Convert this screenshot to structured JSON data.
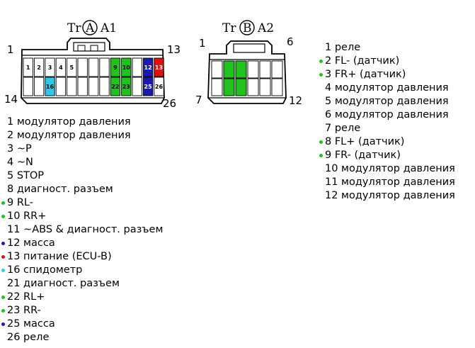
{
  "connector_a1": {
    "prefix": "Tr",
    "circle_letter": "A",
    "suffix": "A1",
    "corner_labels": {
      "top_left": "1",
      "top_right": "13",
      "bottom_left": "14",
      "bottom_right": "26"
    },
    "top_row": [
      {
        "text": "1",
        "fill": "#ffffff"
      },
      {
        "text": "2",
        "fill": "#ffffff"
      },
      {
        "text": "3",
        "fill": "#ffffff"
      },
      {
        "text": "4",
        "fill": "#ffffff"
      },
      {
        "text": "5",
        "fill": "#ffffff"
      },
      {
        "text": "",
        "fill": "#ffffff"
      },
      {
        "text": "",
        "fill": "#ffffff"
      },
      {
        "text": "",
        "fill": "#ffffff"
      },
      {
        "text": "9",
        "fill": "#22c21e"
      },
      {
        "text": "10",
        "fill": "#22c21e"
      },
      {
        "text": "",
        "fill": "#ffffff"
      },
      {
        "text": "12",
        "fill": "#1a1ab0"
      },
      {
        "text": "13",
        "fill": "#e01010"
      }
    ],
    "bottom_row": [
      {
        "text": "",
        "fill": "#ffffff"
      },
      {
        "text": "",
        "fill": "#ffffff"
      },
      {
        "text": "16",
        "fill": "#30c8e8"
      },
      {
        "text": "",
        "fill": "#ffffff"
      },
      {
        "text": "",
        "fill": "#ffffff"
      },
      {
        "text": "",
        "fill": "#ffffff"
      },
      {
        "text": "",
        "fill": "#ffffff"
      },
      {
        "text": "",
        "fill": "#ffffff"
      },
      {
        "text": "22",
        "fill": "#22c21e"
      },
      {
        "text": "23",
        "fill": "#22c21e"
      },
      {
        "text": "",
        "fill": "#ffffff"
      },
      {
        "text": "25",
        "fill": "#1a1ab0"
      },
      {
        "text": "26",
        "fill": "#ffffff"
      }
    ]
  },
  "connector_a2": {
    "prefix": "Tr",
    "circle_letter": "B",
    "suffix": "A2",
    "corner_labels": {
      "top_left": "1",
      "top_right": "6",
      "bottom_left": "7",
      "bottom_right": "12"
    },
    "top_row": [
      {
        "text": "",
        "fill": "#ffffff"
      },
      {
        "text": "",
        "fill": "#22c21e"
      },
      {
        "text": "",
        "fill": "#22c21e"
      },
      {
        "text": "",
        "fill": "#ffffff"
      },
      {
        "text": "",
        "fill": "#ffffff"
      },
      {
        "text": "",
        "fill": "#ffffff"
      }
    ],
    "bottom_row": [
      {
        "text": "",
        "fill": "#ffffff"
      },
      {
        "text": "",
        "fill": "#22c21e"
      },
      {
        "text": "",
        "fill": "#22c21e"
      },
      {
        "text": "",
        "fill": "#ffffff"
      },
      {
        "text": "",
        "fill": "#ffffff"
      },
      {
        "text": "",
        "fill": "#ffffff"
      }
    ]
  },
  "legend_a1": [
    {
      "text": "1 модулятор давления",
      "dot": ""
    },
    {
      "text": "2 модулятор давления",
      "dot": ""
    },
    {
      "text": "3 ~P",
      "dot": ""
    },
    {
      "text": "4 ~N",
      "dot": ""
    },
    {
      "text": "5 STOP",
      "dot": ""
    },
    {
      "text": "8 диагност. разъем",
      "dot": ""
    },
    {
      "text": "9 RL-",
      "dot": "#22c21e"
    },
    {
      "text": "10 RR+",
      "dot": "#22c21e"
    },
    {
      "text": "11 ~ABS & диагност. разъем",
      "dot": ""
    },
    {
      "text": "12 масса",
      "dot": "#1a1ab0"
    },
    {
      "text": "13 питание (ECU-B)",
      "dot": "#e01010"
    },
    {
      "text": "16 спидометр",
      "dot": "#30c8e8"
    },
    {
      "text": "21 диагност. разъем",
      "dot": ""
    },
    {
      "text": "22 RL+",
      "dot": "#22c21e"
    },
    {
      "text": "23 RR-",
      "dot": "#22c21e"
    },
    {
      "text": "25 масса",
      "dot": "#1a1ab0"
    },
    {
      "text": "26 реле",
      "dot": ""
    }
  ],
  "legend_a2": [
    {
      "text": "1 реле",
      "dot": ""
    },
    {
      "text": "2 FL- (датчик)",
      "dot": "#22c21e"
    },
    {
      "text": "3 FR+ (датчик)",
      "dot": "#22c21e"
    },
    {
      "text": "4 модулятор давления",
      "dot": ""
    },
    {
      "text": "5 модулятор давления",
      "dot": ""
    },
    {
      "text": "6 модулятор давления",
      "dot": ""
    },
    {
      "text": "7 реле",
      "dot": ""
    },
    {
      "text": "8 FL+ (датчик)",
      "dot": "#22c21e"
    },
    {
      "text": "9 FR- (датчик)",
      "dot": "#22c21e"
    },
    {
      "text": "10 модулятор давления",
      "dot": ""
    },
    {
      "text": "11 модулятор давления",
      "dot": ""
    },
    {
      "text": "12 модулятор давления",
      "dot": ""
    }
  ]
}
